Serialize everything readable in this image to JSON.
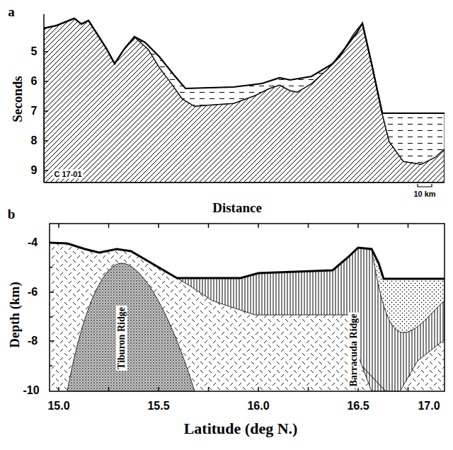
{
  "diagram": {
    "labels": [
      "a",
      "Seconds",
      "5",
      "6",
      "7",
      "8",
      "9",
      "C 17-01",
      "10 km",
      "Distance",
      "b",
      "-4",
      "-6",
      "-8",
      "-10",
      "Depth (km)",
      "Tiburon Ridge",
      "Barracuda Ridge",
      "15.0",
      "15.5",
      "16.0",
      "16.5",
      "17.0",
      "Latitude (deg N.)"
    ]
  }
}
